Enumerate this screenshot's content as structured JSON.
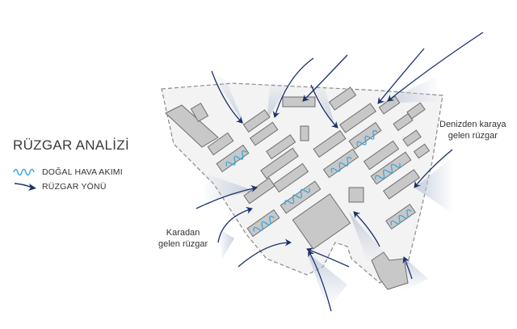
{
  "diagram": {
    "title": "RÜZGAR ANALİZİ",
    "legend": [
      {
        "symbol": "wave-icon",
        "label": "DOĞAL HAVA AKIMI",
        "color": "#3fa9e0"
      },
      {
        "symbol": "arrow-icon",
        "label": "RÜZGAR YÖNÜ",
        "color": "#1b2f6b"
      }
    ],
    "annotations": {
      "sea_wind": [
        "Denizden karaya",
        "gelen rüzgar"
      ],
      "land_wind": [
        "Karadan",
        "gelen rüzgar"
      ]
    },
    "colors": {
      "building": "#c8c8c8",
      "building_stroke": "#6e6e6e",
      "site": "#f2f2f2",
      "arrow": "#1b2f6b",
      "airflow": "#3fa9e0"
    }
  }
}
